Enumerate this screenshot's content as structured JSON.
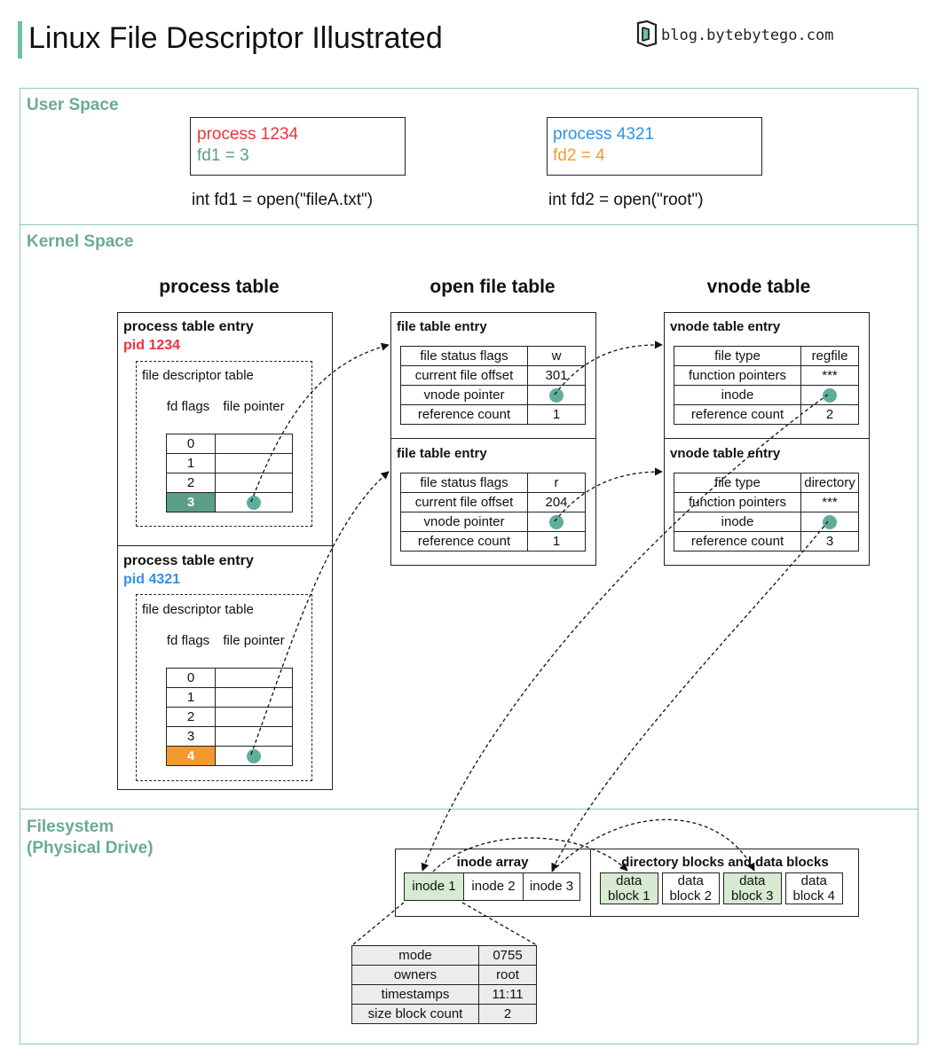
{
  "header": {
    "title": "Linux File Descriptor Illustrated",
    "brand": "blog.bytebytego.com"
  },
  "user_space": {
    "label": "User Space",
    "processes": [
      {
        "name": "process 1234",
        "fd": "fd1 = 3",
        "code": "int fd1 = open(\"fileA.txt\")"
      },
      {
        "name": "process 4321",
        "fd": "fd2 = 4",
        "code": "int fd2 = open(\"root\")"
      }
    ]
  },
  "kernel_space": {
    "label": "Kernel Space",
    "process_table": {
      "heading": "process table",
      "entries": [
        {
          "title": "process table entry",
          "pid": "pid 1234",
          "fdt_label": "file descriptor table",
          "col1": "fd flags",
          "col2": "file pointer",
          "rows": [
            "0",
            "1",
            "2",
            "3"
          ]
        },
        {
          "title": "process table entry",
          "pid": "pid 4321",
          "fdt_label": "file descriptor table",
          "col1": "fd flags",
          "col2": "file pointer",
          "rows": [
            "0",
            "1",
            "2",
            "3",
            "4"
          ]
        }
      ]
    },
    "open_file_table": {
      "heading": "open file table",
      "entries": [
        {
          "title": "file table entry",
          "rows": [
            [
              "file status flags",
              "w"
            ],
            [
              "current file offset",
              "301"
            ],
            [
              "vnode pointer",
              ""
            ],
            [
              "reference count",
              "1"
            ]
          ]
        },
        {
          "title": "file table entry",
          "rows": [
            [
              "file status flags",
              "r"
            ],
            [
              "current file offset",
              "204"
            ],
            [
              "vnode pointer",
              ""
            ],
            [
              "reference count",
              "1"
            ]
          ]
        }
      ]
    },
    "vnode_table": {
      "heading": "vnode table",
      "entries": [
        {
          "title": "vnode table entry",
          "rows": [
            [
              "file type",
              "regfile"
            ],
            [
              "function pointers",
              "***"
            ],
            [
              "inode",
              ""
            ],
            [
              "reference count",
              "2"
            ]
          ]
        },
        {
          "title": "vnode table entry",
          "rows": [
            [
              "file type",
              "directory"
            ],
            [
              "function pointers",
              "***"
            ],
            [
              "inode",
              ""
            ],
            [
              "reference count",
              "3"
            ]
          ]
        }
      ]
    }
  },
  "filesystem": {
    "label_line1": "Filesystem",
    "label_line2": "(Physical Drive)",
    "inode_array": {
      "title": "inode array",
      "items": [
        "inode 1",
        "inode 2",
        "inode 3"
      ]
    },
    "data_blocks": {
      "title": "directory blocks and data blocks",
      "items": [
        [
          "data",
          "block 1"
        ],
        [
          "data",
          "block 2"
        ],
        [
          "data",
          "block 3"
        ],
        [
          "data",
          "block 4"
        ]
      ]
    },
    "inode_detail": [
      [
        "mode",
        "0755"
      ],
      [
        "owners",
        "root"
      ],
      [
        "timestamps",
        "11:11"
      ],
      [
        "size block count",
        "2"
      ]
    ]
  },
  "colors": {
    "accent": "#6cc2a0",
    "frame": "#8cc8b4",
    "red": "#e8343c",
    "blue": "#2f93e3",
    "teal": "#5a9e8a",
    "orange": "#f39a2f",
    "dot": "#5fae9c",
    "highlight_green": "#d7ead2"
  }
}
